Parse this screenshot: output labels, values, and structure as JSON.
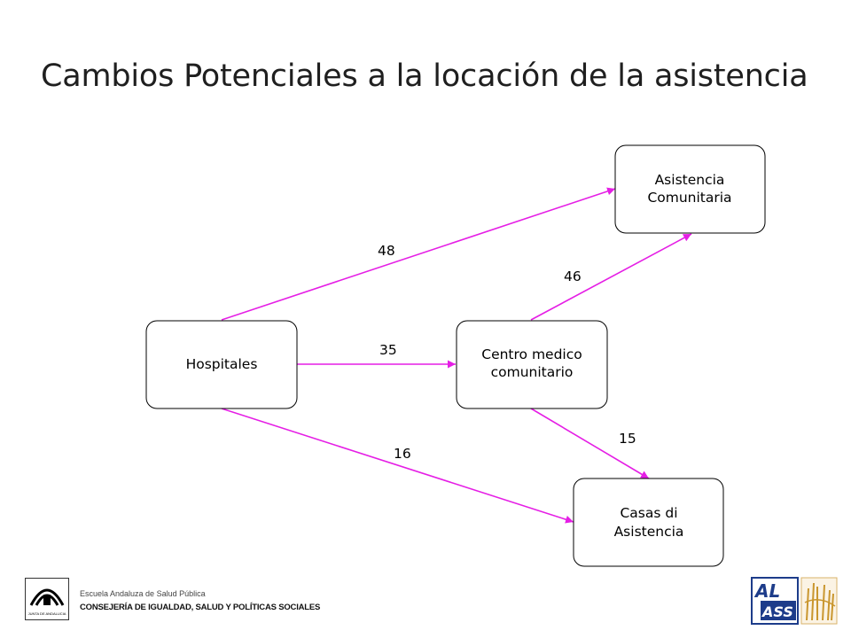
{
  "title": "Cambios Potenciales a la locación de la asistencia",
  "nodes": {
    "hospitales": "Hospitales",
    "centro": [
      "Centro medico",
      "comunitario"
    ],
    "asistencia": [
      "Asistencia",
      "Comunitaria"
    ],
    "casas": [
      "Casas di",
      "Asistencia"
    ]
  },
  "edges": [
    {
      "from": "Hospitales",
      "to": "Asistencia Comunitaria",
      "label": "48"
    },
    {
      "from": "Hospitales",
      "to": "Centro medico comunitario",
      "label": "35"
    },
    {
      "from": "Hospitales",
      "to": "Casas di Asistencia",
      "label": "16"
    },
    {
      "from": "Centro medico comunitario",
      "to": "Asistencia Comunitaria",
      "label": "46"
    },
    {
      "from": "Centro medico comunitario",
      "to": "Casas di Asistencia",
      "label": "15"
    }
  ],
  "colors": {
    "edge": "#e51ee5",
    "node_border": "#000000"
  },
  "footer": {
    "seal_caption": "JUNTA DE ANDALUCIA",
    "line1": "Escuela Andaluza de Salud Pública",
    "line2": "CONSEJERÍA DE IGUALDAD, SALUD Y POLÍTICAS SOCIALES",
    "logo_left_icon": "junta-andalucia-seal-icon",
    "logo_right_icon": "alass-logo-icon",
    "logo_right_alt_icon": "decorative-emblem-icon"
  }
}
